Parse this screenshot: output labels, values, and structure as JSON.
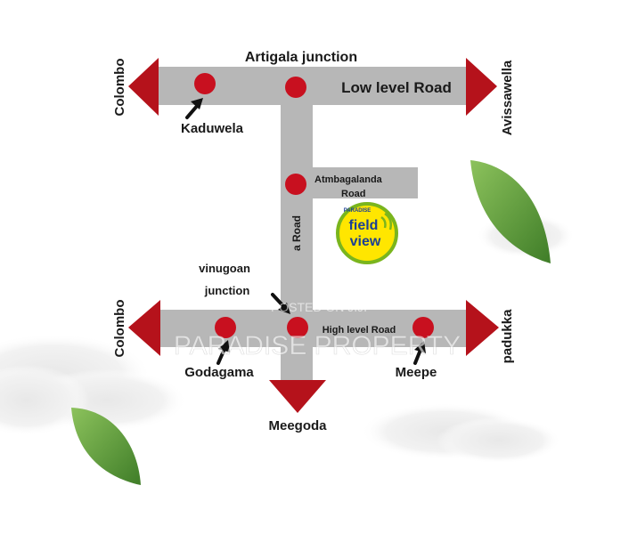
{
  "roads": {
    "low_level": "Low level Road",
    "atmbagalanda_line1": "Atmbagalanda",
    "atmbagalanda_line2": "Road",
    "vertical_partial": "a Road",
    "high_level": "High level Road"
  },
  "places": {
    "artigala_junction": "Artigala junction",
    "colombo_top": "Colombo",
    "avissawella": "Avissawella",
    "kaduwela": "Kaduwela",
    "colombo_bottom": "Colombo",
    "padukka": "padukka",
    "godagama": "Godagama",
    "meepe": "Meepe",
    "meegoda": "Meegoda",
    "junction_garbled_line1": "vinugoan",
    "junction_garbled_line2": "junction"
  },
  "logo": {
    "brand": "PARADISE",
    "line1": "field",
    "line2": "view"
  },
  "watermark": {
    "posted": "POSTED ON JIJI",
    "company": "PARADISE PROPERTY"
  },
  "colors": {
    "road": "#b7b7b7",
    "arrow": "#b5121b",
    "marker": "#c8101f",
    "pointer": "#111111",
    "logo_ring": "#7ab51d",
    "logo_fill": "#ffe600",
    "logo_text": "#1b3f94",
    "leaf": "#5f9e3c"
  }
}
